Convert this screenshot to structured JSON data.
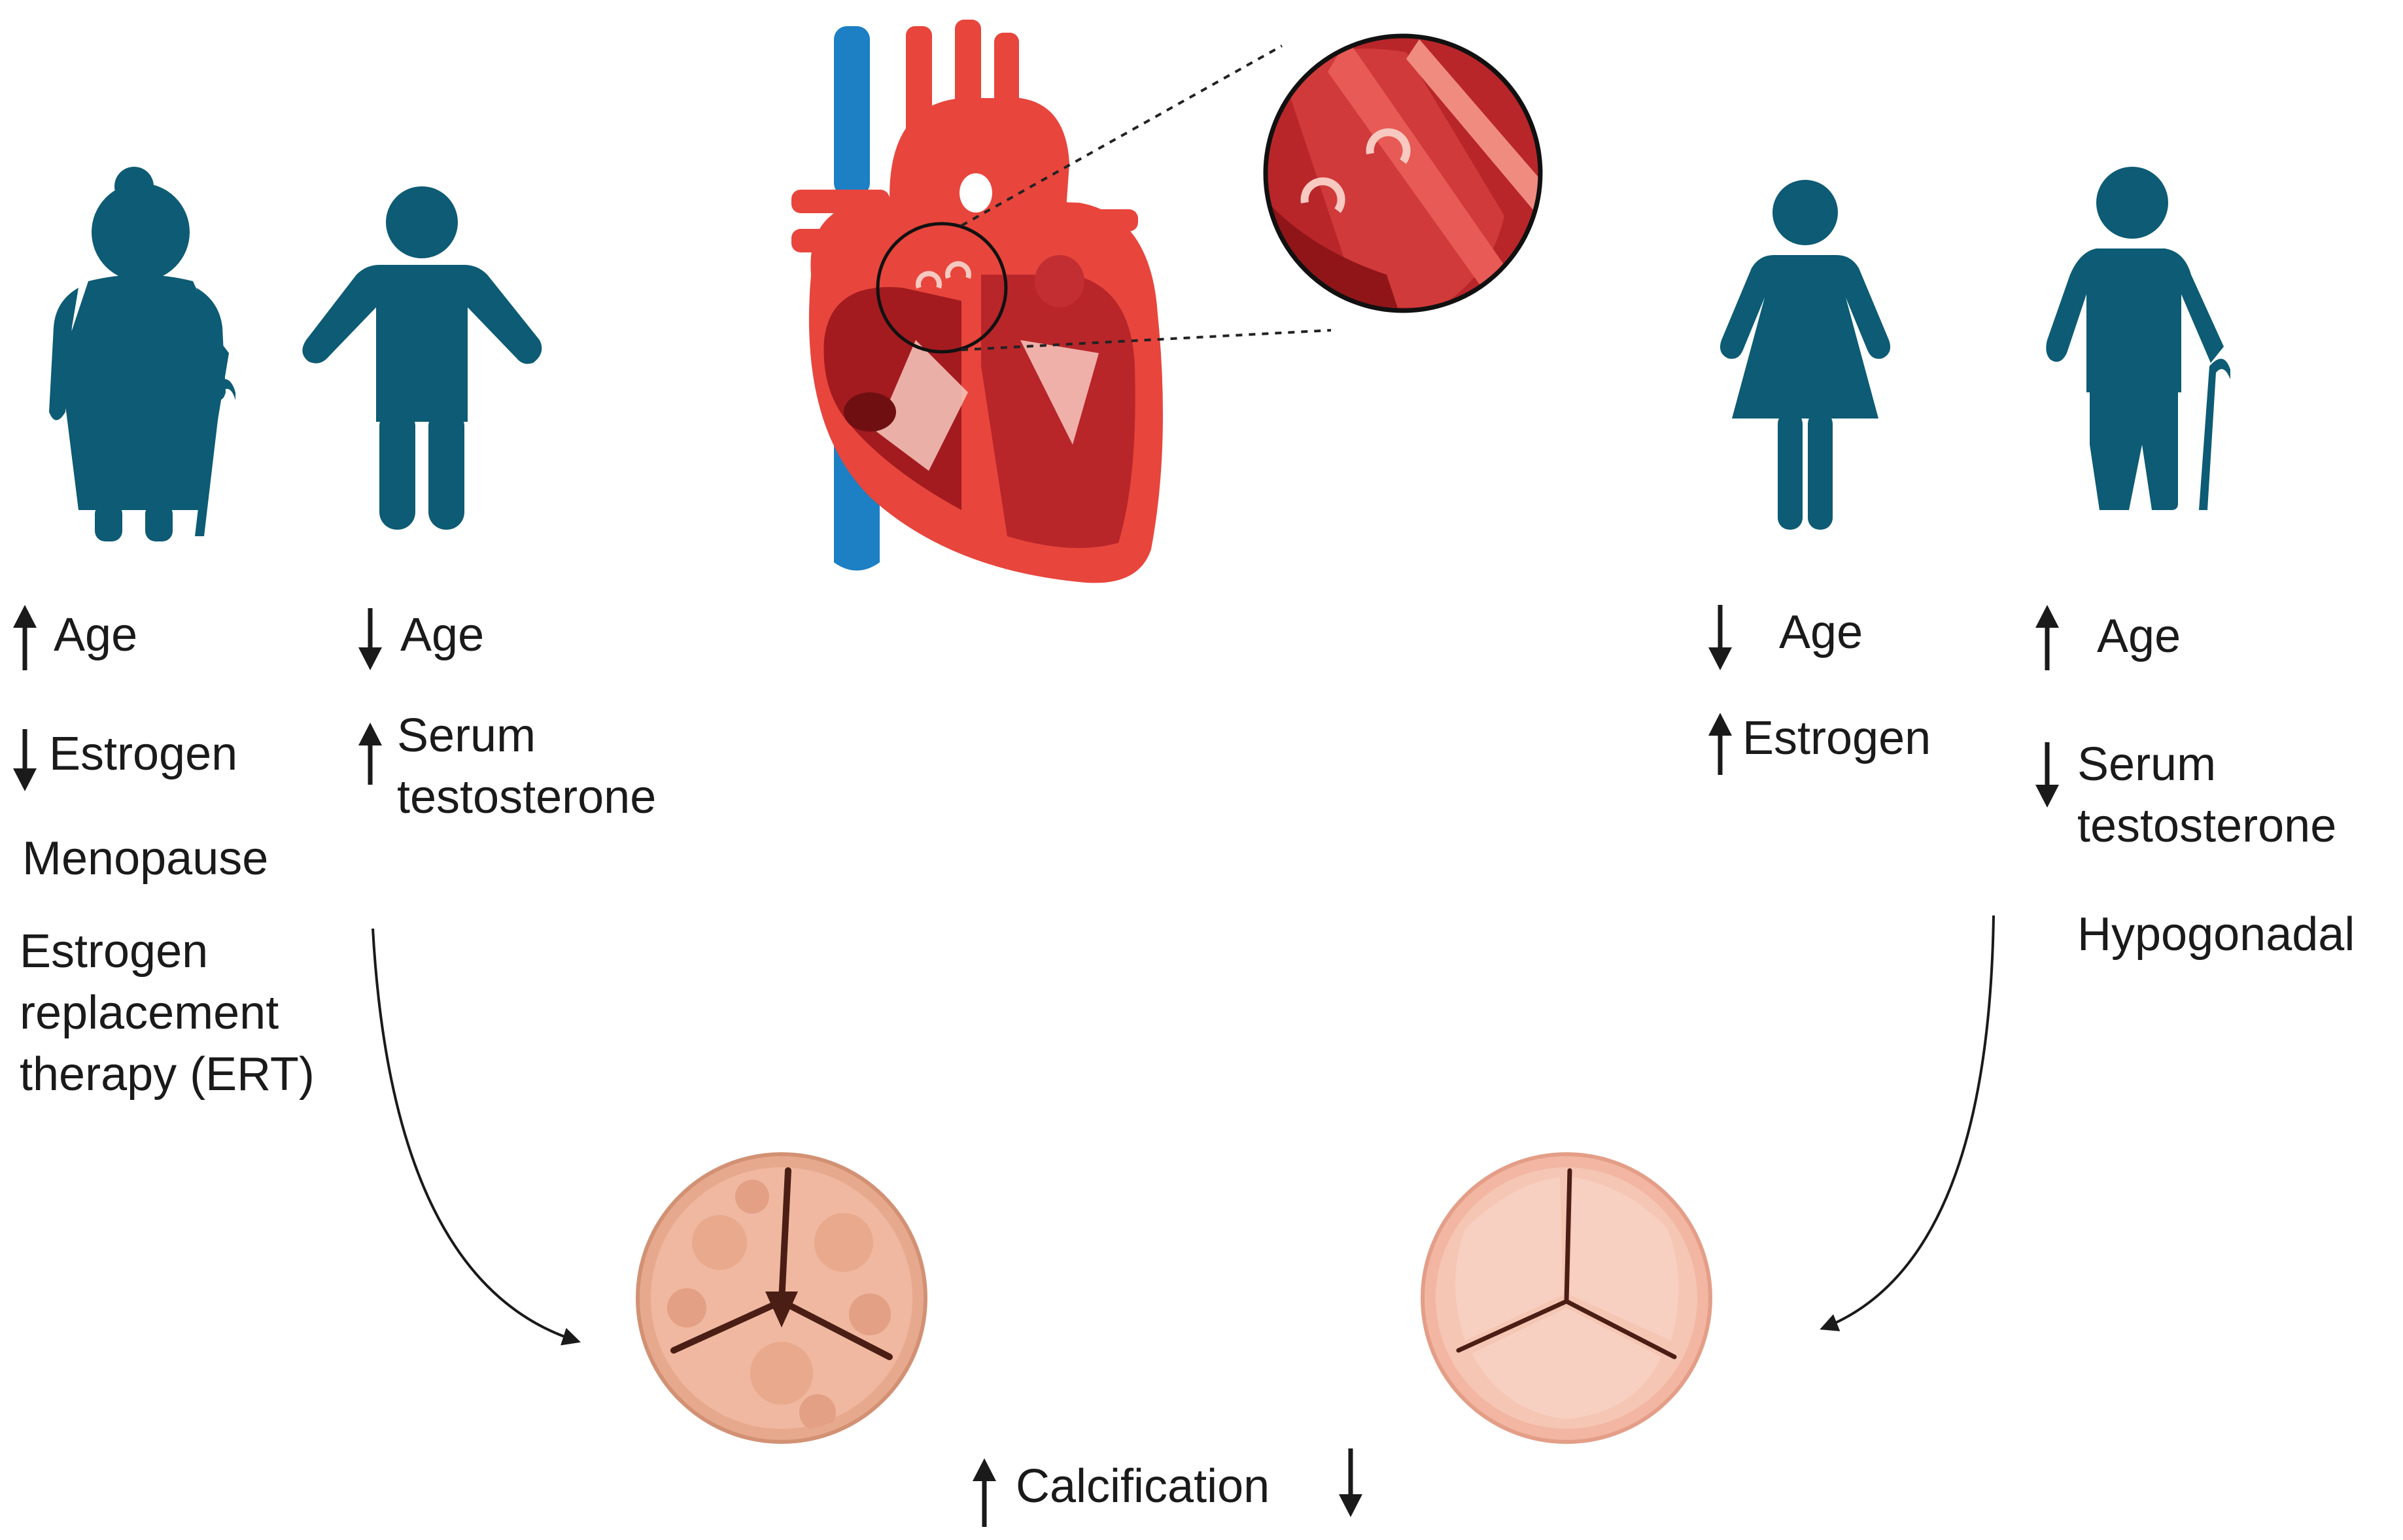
{
  "groups": [
    {
      "id": "older-women",
      "figure": "elderly-woman-with-cane-icon",
      "items": [
        {
          "arrow": "up",
          "text": "Age"
        },
        {
          "arrow": "down",
          "text": "Estrogen"
        },
        {
          "arrow": "none",
          "text": "Menopause"
        },
        {
          "arrow": "none",
          "text": "Estrogen replacement therapy (ERT)"
        }
      ]
    },
    {
      "id": "younger-men",
      "figure": "man-icon",
      "items": [
        {
          "arrow": "down",
          "text": "Age"
        },
        {
          "arrow": "up",
          "text": "Serum testosterone"
        }
      ]
    },
    {
      "id": "younger-women",
      "figure": "woman-icon",
      "items": [
        {
          "arrow": "down",
          "text": "Age"
        },
        {
          "arrow": "up",
          "text": "Estrogen"
        }
      ]
    },
    {
      "id": "older-men",
      "figure": "elderly-man-with-cane-icon",
      "items": [
        {
          "arrow": "up",
          "text": "Age"
        },
        {
          "arrow": "down",
          "text": "Serum testosterone"
        },
        {
          "arrow": "none",
          "text": "Hypogonadal"
        }
      ]
    }
  ],
  "outcome": {
    "text": "Calcification",
    "arrow_left": "up",
    "arrow_right": "down"
  },
  "labels": {
    "l1a": "Age",
    "l1b": "Estrogen",
    "l1c": "Menopause",
    "l1d1": "Estrogen",
    "l1d2": "replacement",
    "l1d3": "therapy (ERT)",
    "l2a": "Age",
    "l2b1": "Serum",
    "l2b2": "testosterone",
    "l3a": "Age",
    "l3b": "Estrogen",
    "l4a": "Age",
    "l4b1": "Serum",
    "l4b2": "testosterone",
    "l4c": "Hypogonadal",
    "calc": "Calcification"
  },
  "icons": [
    "heart-icon",
    "aortic-valve-zoom-icon",
    "calcified-aortic-valve-icon",
    "healthy-aortic-valve-icon"
  ],
  "colors": {
    "figure": "#0d5b74",
    "heart_red": "#e8453c",
    "heart_dark": "#a31b1f",
    "vein_blue": "#1d7fc4",
    "valve_rim": "#e7a98e",
    "valve_calcified": "#f0b8a0",
    "valve_healthy": "#f5c6b4",
    "text": "#1a1a1a"
  }
}
